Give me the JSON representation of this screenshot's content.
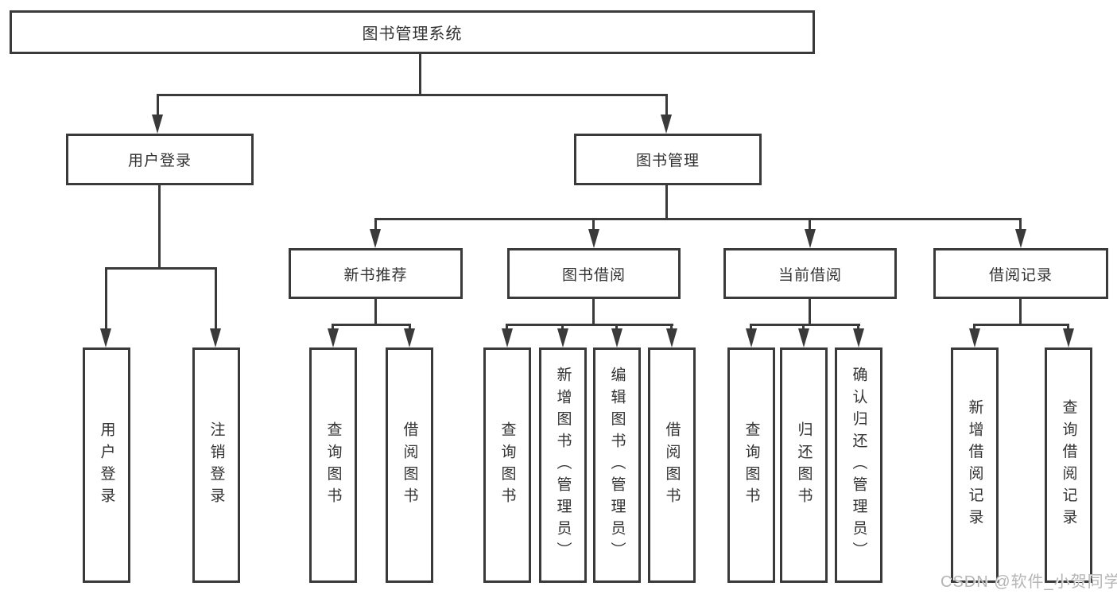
{
  "tree": {
    "root": {
      "label": "图书管理系统"
    },
    "user_login": {
      "label": "用户登录",
      "children": [
        {
          "label": "用户登录"
        },
        {
          "label": "注销登录"
        }
      ]
    },
    "book_mgmt": {
      "label": "图书管理",
      "sections": [
        {
          "label": "新书推荐",
          "children": [
            {
              "label": "查询图书"
            },
            {
              "label": "借阅图书"
            }
          ]
        },
        {
          "label": "图书借阅",
          "children": [
            {
              "label": "查询图书"
            },
            {
              "label": "新增图书（管理员）"
            },
            {
              "label": "编辑图书（管理员）"
            },
            {
              "label": "借阅图书"
            }
          ]
        },
        {
          "label": "当前借阅",
          "children": [
            {
              "label": "查询图书"
            },
            {
              "label": "归还图书"
            },
            {
              "label": "确认归还（管理员）"
            }
          ]
        },
        {
          "label": "借阅记录",
          "children": [
            {
              "label": "新增借阅记录"
            },
            {
              "label": "查询借阅记录"
            }
          ]
        }
      ]
    }
  },
  "watermark": "CSDN @软件_小贺同学",
  "colors": {
    "line": "#3a3a3a",
    "text": "#333333",
    "watermark": "#b5b5b5",
    "background": "#ffffff"
  }
}
